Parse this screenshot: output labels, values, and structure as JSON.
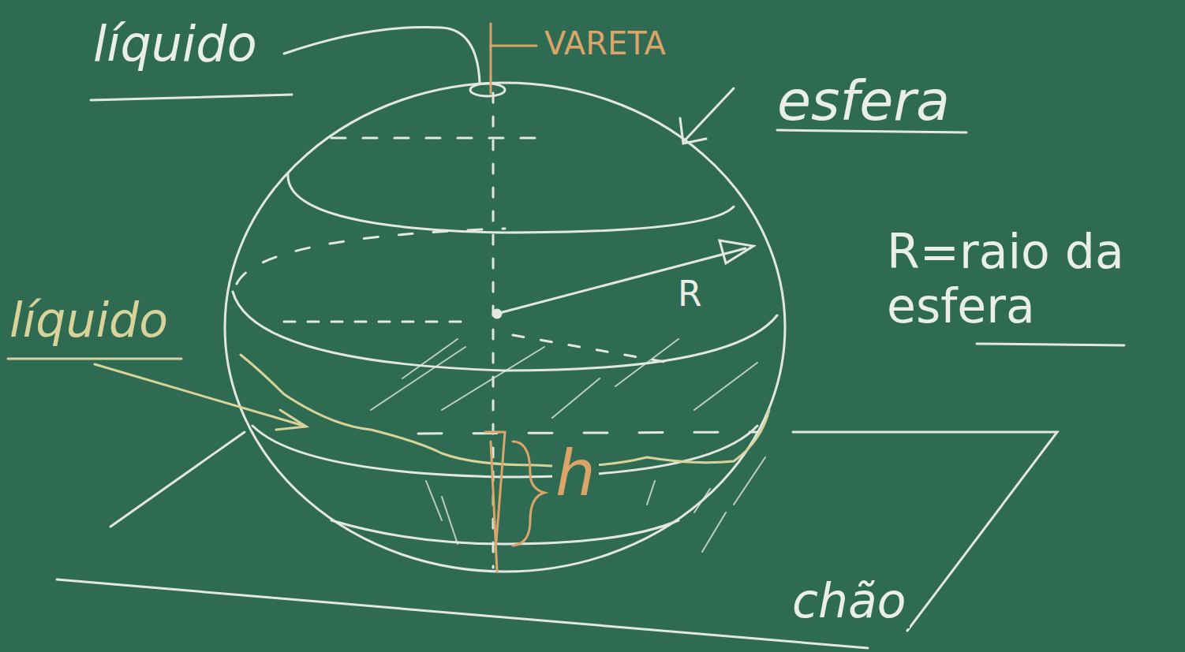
{
  "diagram": {
    "labels": [
      "líquido",
      "VARETA",
      "esfera",
      "R",
      "R=raio da esfera",
      "líquido",
      "h",
      "chão"
    ]
  }
}
